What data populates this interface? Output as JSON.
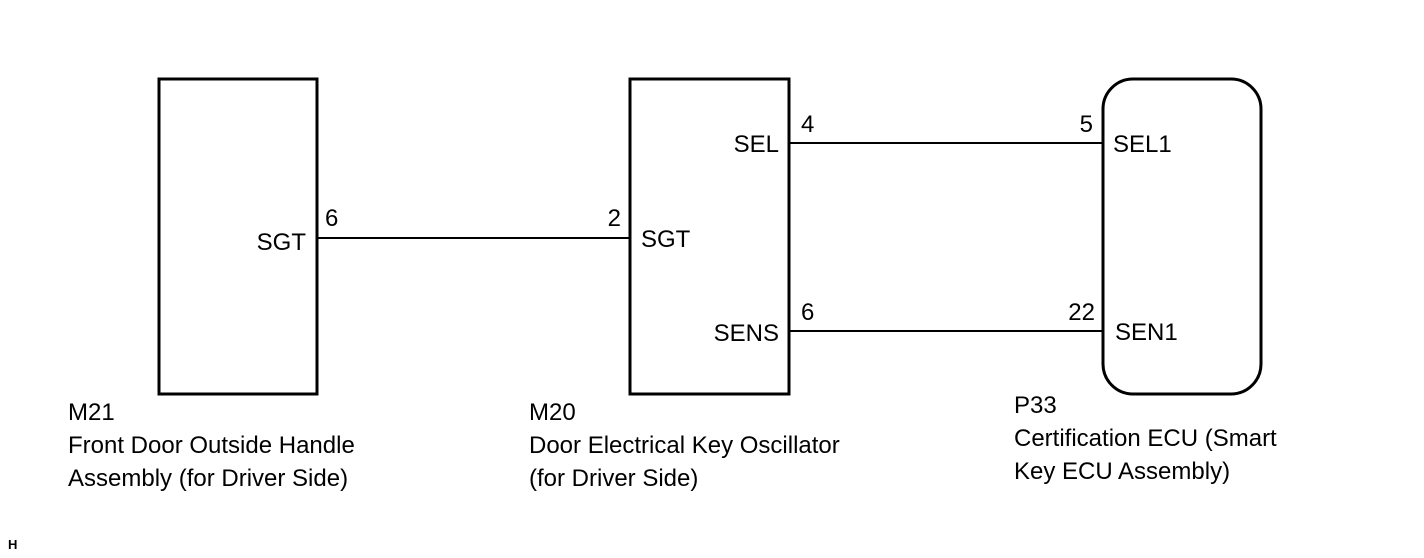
{
  "components": {
    "m21": {
      "code": "M21",
      "name_line1": "Front Door Outside Handle",
      "name_line2": "Assembly (for Driver Side)",
      "pin_label": "SGT",
      "pin_number": "6"
    },
    "m20": {
      "code": "M20",
      "name_line1": "Door Electrical Key Oscillator",
      "name_line2": "(for Driver Side)",
      "pins": {
        "sel": {
          "label": "SEL",
          "number": "4"
        },
        "sgt": {
          "label": "SGT",
          "number": "2"
        },
        "sens": {
          "label": "SENS",
          "number": "6"
        }
      }
    },
    "p33": {
      "code": "P33",
      "name_line1": "Certification ECU (Smart",
      "name_line2": "Key ECU Assembly)",
      "pins": {
        "sel1": {
          "label": "SEL1",
          "number": "5"
        },
        "sen1": {
          "label": "SEN1",
          "number": "22"
        }
      }
    }
  },
  "footer_mark": "H",
  "colors": {
    "line": "#000000",
    "background": "#ffffff"
  }
}
